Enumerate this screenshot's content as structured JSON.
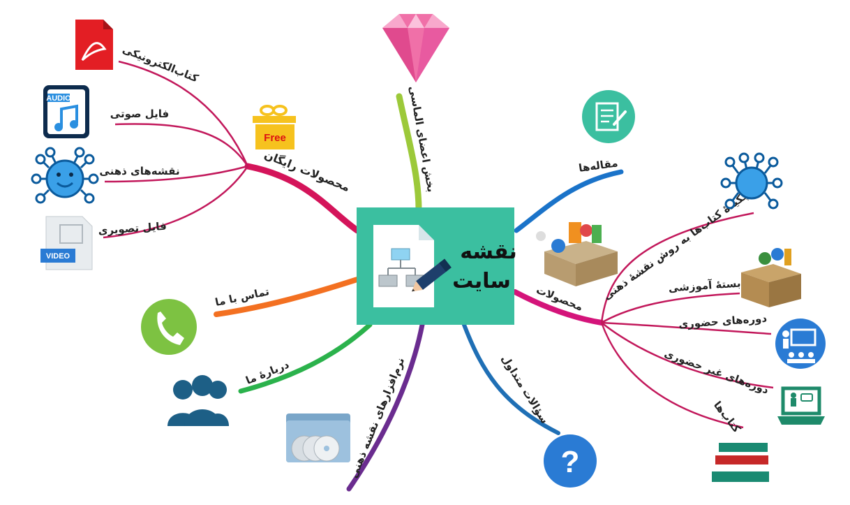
{
  "center": {
    "line1": "نقشه",
    "line2": "سایت",
    "colors": {
      "box": "#3bbfa0"
    }
  },
  "branches": {
    "diamond": "بخش اعضای الماسی",
    "articles": "مقاله‌ها",
    "free_products": "محصولات رایگان",
    "products": "محصولات",
    "contact": "تماس با ما",
    "about": "دربارهٔ ما",
    "software": "نرم‌افزارهای نقشه ذهنی",
    "faq": "سؤالات متداول"
  },
  "free_items": {
    "ebook": "کتاب‌الکترونیکی",
    "audio": "فایل صوتی",
    "mindmaps": "نقشه‌های ذهنی",
    "video": "فایل تصویری",
    "free_badge": "Free"
  },
  "product_items": {
    "summaries": "چکیدهٔ کتاب‌ها به روش نقشهٔ ذهنی",
    "package": "بستهٔ آموزشی",
    "inperson": "دوره‌های حضوری",
    "online": "دوره‌های غیر حضوری",
    "books": "کتاب‌ها"
  },
  "icon_tags": {
    "audio": "AUDIO",
    "video": "VIDEO",
    "question": "?"
  },
  "colors": {
    "diamond_branch": "#9cc93a",
    "articles_branch": "#1a73c9",
    "free_branch": "#d4145a",
    "products_branch": "#d4147a",
    "contact_branch": "#f37021",
    "about_branch": "#2bb24c",
    "software_branch": "#6a2c8f",
    "faq_branch": "#1f6fb5",
    "sub_branch": "#c2185b"
  },
  "icons": [
    "diamond-icon",
    "document-icon",
    "gift-icon",
    "box-icon",
    "pdf-icon",
    "audio-file-icon",
    "mindmap-icon",
    "video-file-icon",
    "phone-icon",
    "users-icon",
    "folder-cd-icon",
    "question-icon",
    "package-icon",
    "presentation-icon",
    "laptop-icon",
    "books-icon"
  ]
}
